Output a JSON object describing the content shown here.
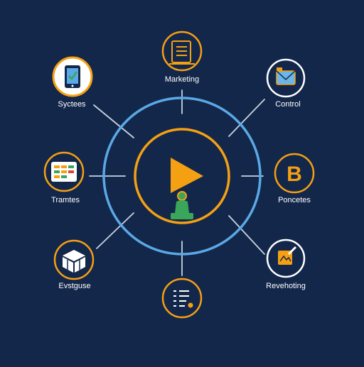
{
  "colors": {
    "background": "#13274a",
    "ring_outer": "#5aa9e6",
    "ring_inner": "#f5a013",
    "node_orange": "#f5a013",
    "node_blue_border": "#ffffff",
    "connector": "#c9d3e3",
    "figure_green": "#3aa65a"
  },
  "hub": {
    "icon": "play-icon",
    "figure": "person-figure-icon"
  },
  "nodes": [
    {
      "id": "marketing",
      "label": "Marketing",
      "icon": "document-list-icon"
    },
    {
      "id": "control",
      "label": "Control",
      "icon": "envelope-icon"
    },
    {
      "id": "poncetes",
      "label": "Poncetes",
      "icon": "letter-b-icon"
    },
    {
      "id": "revehoting",
      "label": "Revehoting",
      "icon": "picture-edit-icon"
    },
    {
      "id": "bottom",
      "label": "",
      "icon": "checklist-icon"
    },
    {
      "id": "evstgause",
      "label": "Evstguse",
      "icon": "cube-box-icon"
    },
    {
      "id": "tramtes",
      "label": "Tramtes",
      "icon": "kanban-board-icon"
    },
    {
      "id": "syctees",
      "label": "Syctees",
      "icon": "tablet-check-icon"
    }
  ]
}
